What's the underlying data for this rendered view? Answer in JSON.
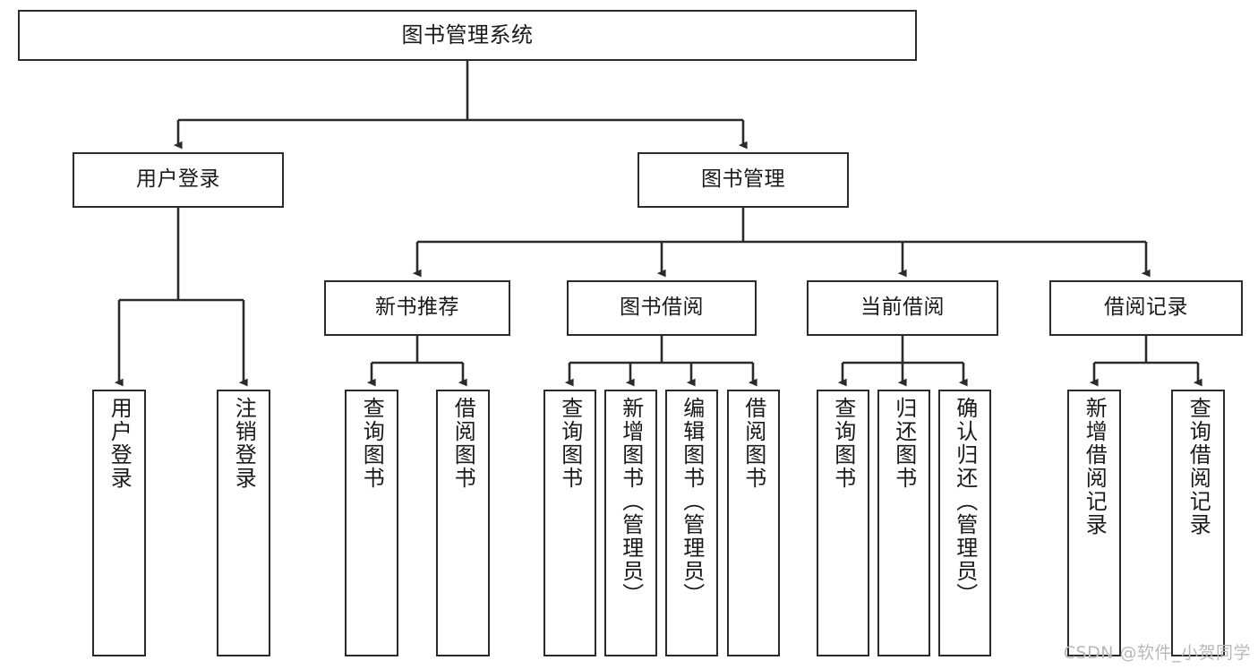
{
  "diagram": {
    "title": "图书管理系统",
    "type": "tree",
    "colors": {
      "box_border": "#2b2b2b",
      "box_fill": "#ffffff",
      "edge": "#2b2b2b",
      "text": "#1a1a1a",
      "watermark": "#b9b9b9",
      "background": "#ffffff"
    },
    "root": {
      "label": "图书管理系统"
    },
    "level2": [
      {
        "label": "用户登录"
      },
      {
        "label": "图书管理"
      }
    ],
    "level3": [
      {
        "label": "新书推荐"
      },
      {
        "label": "图书借阅"
      },
      {
        "label": "当前借阅"
      },
      {
        "label": "借阅记录"
      }
    ],
    "leaves": {
      "user_login": [
        {
          "label": "用户登录"
        },
        {
          "label": "注销登录"
        }
      ],
      "new_book_recommend": [
        {
          "label": "查询图书"
        },
        {
          "label": "借阅图书"
        }
      ],
      "book_borrow": [
        {
          "label": "查询图书"
        },
        {
          "label": "新增图书（管理员）"
        },
        {
          "label": "编辑图书（管理员）"
        },
        {
          "label": "借阅图书"
        }
      ],
      "current_borrow": [
        {
          "label": "查询图书"
        },
        {
          "label": "归还图书"
        },
        {
          "label": "确认归还（管理员）"
        }
      ],
      "borrow_record": [
        {
          "label": "新增借阅记录"
        },
        {
          "label": "查询借阅记录"
        }
      ]
    }
  },
  "watermark": {
    "text": "CSDN @软件_小贺同学"
  }
}
